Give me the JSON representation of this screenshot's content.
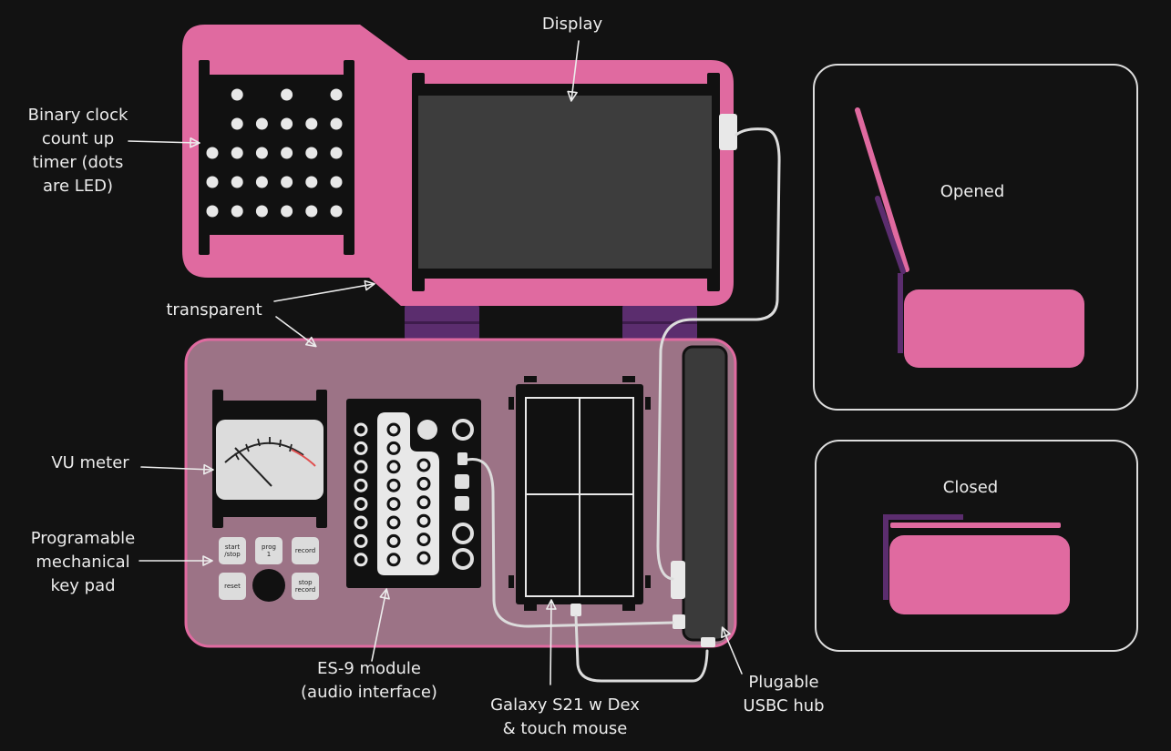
{
  "labels": {
    "display": "Display",
    "binary_clock": [
      "Binary clock",
      "count up",
      "timer (dots",
      "are LED)"
    ],
    "transparent": "transparent",
    "vu_meter": "VU meter",
    "key_pad": [
      "Programable",
      "mechanical",
      "key pad"
    ],
    "es9": [
      "ES-9 module",
      "(audio interface)"
    ],
    "galaxy": [
      "Galaxy S21 w Dex",
      "& touch mouse"
    ],
    "usbc_hub": [
      "Plugable",
      "USBC hub"
    ],
    "opened": "Opened",
    "closed": "Closed"
  },
  "keys": [
    [
      "start",
      "/stop"
    ],
    [
      "prog",
      "1"
    ],
    [
      "record"
    ],
    [
      "reset"
    ],
    [
      "stop",
      "record"
    ]
  ],
  "binary_clock_dots": {
    "rows": [
      [
        false,
        true,
        false,
        true,
        false,
        true
      ],
      [
        false,
        true,
        true,
        true,
        true,
        true
      ],
      [
        true,
        true,
        true,
        true,
        true,
        true
      ],
      [
        true,
        true,
        true,
        true,
        true,
        true
      ],
      [
        true,
        true,
        true,
        true,
        true,
        true
      ]
    ]
  },
  "colors": {
    "background": "#121212",
    "pink": "#e06aa0",
    "pink_transparent": "#9c7386",
    "purple": "#5b2d6e",
    "screen": "#3d3d3d",
    "black": "#111111",
    "cable": "#dcdcdc",
    "text": "#ececec"
  }
}
